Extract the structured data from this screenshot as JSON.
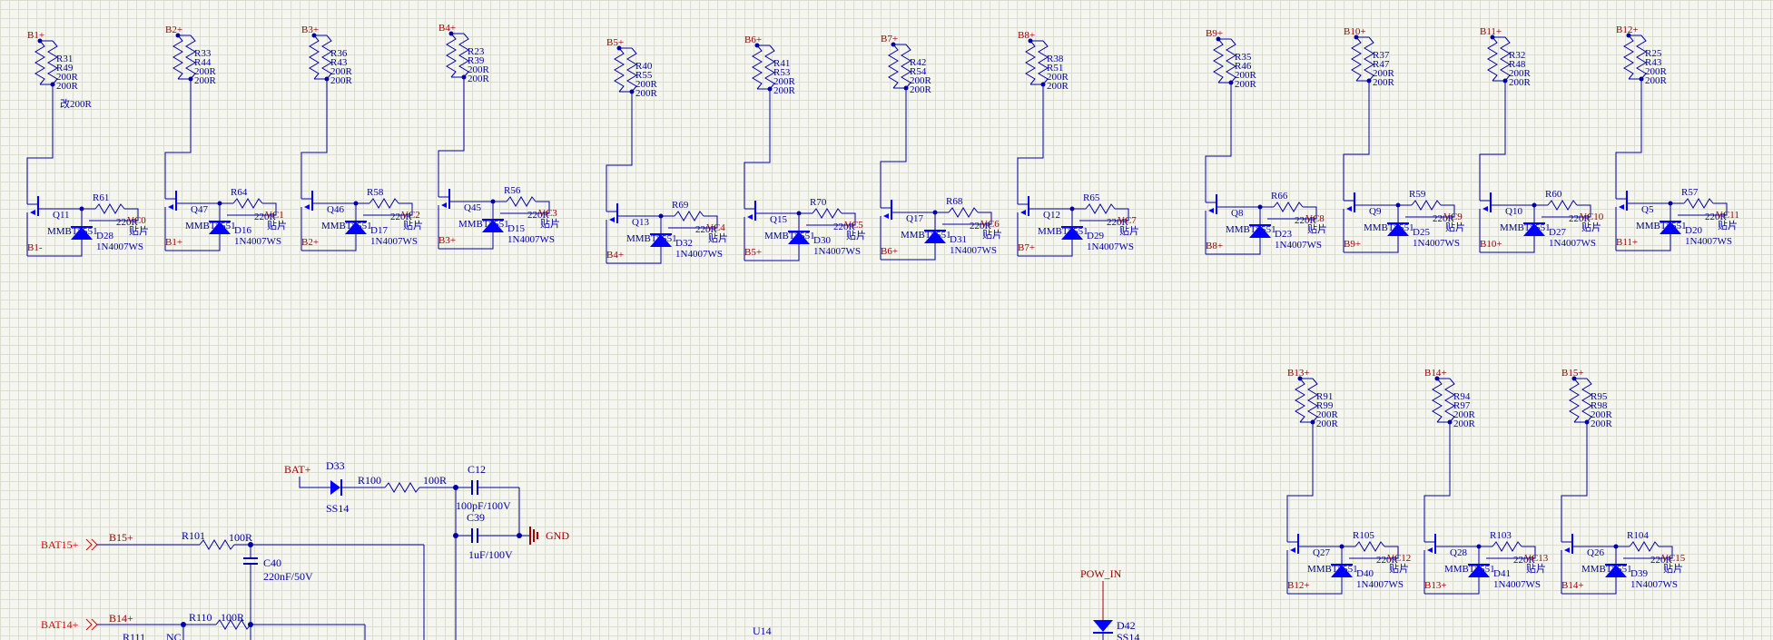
{
  "colors": {
    "wire": "#0000a8",
    "net_label": "#a00000",
    "port": "#e00000",
    "component": "#0000ff",
    "background": "#f6f6f0"
  },
  "cells": [
    {
      "top": "B1+",
      "bot": "B1-",
      "ra": "R31",
      "rb": "R49",
      "v1": "200R",
      "v2": "200R",
      "note": "改200R",
      "q": "Q11",
      "rg": "R61",
      "d": "D28",
      "vc": "VC0"
    },
    {
      "top": "B2+",
      "bot": "B1+",
      "ra": "R33",
      "rb": "R44",
      "v1": "200R",
      "v2": "200R",
      "note": "",
      "q": "Q47",
      "rg": "R64",
      "d": "D16",
      "vc": "VC1"
    },
    {
      "top": "B3+",
      "bot": "B2+",
      "ra": "R36",
      "rb": "R43",
      "v1": "200R",
      "v2": "200R",
      "note": "",
      "q": "Q46",
      "rg": "R58",
      "d": "D17",
      "vc": "VC2"
    },
    {
      "top": "B4+",
      "bot": "B3+",
      "ra": "R23",
      "rb": "R39",
      "v1": "200R",
      "v2": "200R",
      "note": "",
      "q": "Q45",
      "rg": "R56",
      "d": "D15",
      "vc": "VC3"
    },
    {
      "top": "B5+",
      "bot": "B4+",
      "ra": "R40",
      "rb": "R55",
      "v1": "200R",
      "v2": "200R",
      "note": "",
      "q": "Q13",
      "rg": "R69",
      "d": "D32",
      "vc": "VC4"
    },
    {
      "top": "B6+",
      "bot": "B5+",
      "ra": "R41",
      "rb": "R53",
      "v1": "200R",
      "v2": "200R",
      "note": "",
      "q": "Q15",
      "rg": "R70",
      "d": "D30",
      "vc": "VC5"
    },
    {
      "top": "B7+",
      "bot": "B6+",
      "ra": "R42",
      "rb": "R54",
      "v1": "200R",
      "v2": "200R",
      "note": "",
      "q": "Q17",
      "rg": "R68",
      "d": "D31",
      "vc": "VC6"
    },
    {
      "top": "B8+",
      "bot": "B7+",
      "ra": "R38",
      "rb": "R51",
      "v1": "200R",
      "v2": "200R",
      "note": "",
      "q": "Q12",
      "rg": "R65",
      "d": "D29",
      "vc": "VC7"
    },
    {
      "top": "B9+",
      "bot": "B8+",
      "ra": "R35",
      "rb": "R46",
      "v1": "200R",
      "v2": "200R",
      "note": "",
      "q": "Q8",
      "rg": "R66",
      "d": "D23",
      "vc": "VC8"
    },
    {
      "top": "B10+",
      "bot": "B9+",
      "ra": "R37",
      "rb": "R47",
      "v1": "200R",
      "v2": "200R",
      "note": "",
      "q": "Q9",
      "rg": "R59",
      "d": "D25",
      "vc": "VC9"
    },
    {
      "top": "B11+",
      "bot": "B10+",
      "ra": "R32",
      "rb": "R48",
      "v1": "200R",
      "v2": "200R",
      "note": "",
      "q": "Q10",
      "rg": "R60",
      "d": "D27",
      "vc": "VC10"
    },
    {
      "top": "B12+",
      "bot": "B11+",
      "ra": "R25",
      "rb": "R43",
      "v1": "200R",
      "v2": "200R",
      "note": "",
      "q": "Q5",
      "rg": "R57",
      "d": "D20",
      "vc": "VC11"
    },
    {
      "top": "B13+",
      "bot": "B12+",
      "ra": "R91",
      "rb": "R99",
      "v1": "200R",
      "v2": "200R",
      "note": "",
      "q": "Q27",
      "rg": "R105",
      "d": "D40",
      "vc": "VC12"
    },
    {
      "top": "B14+",
      "bot": "B13+",
      "ra": "R94",
      "rb": "R97",
      "v1": "200R",
      "v2": "200R",
      "note": "",
      "q": "Q28",
      "rg": "R103",
      "d": "D41",
      "vc": "VC13"
    },
    {
      "top": "B15+",
      "bot": "B14+",
      "ra": "R95",
      "rb": "R98",
      "v1": "200R",
      "v2": "200R",
      "note": "",
      "q": "Q26",
      "rg": "R104",
      "d": "D39",
      "vc": "VC15"
    }
  ],
  "common": {
    "fet_part": "MMBT5551",
    "fet_suffix": "贴片",
    "gate_res_value": "220R",
    "diode_part": "1N4007WS"
  },
  "bottom": {
    "bat_plus": "BAT+",
    "d33": "D33",
    "d33_part": "SS14",
    "r100": "R100",
    "r100_value": "100R",
    "c12": "C12",
    "c12_value": "100pF/100V",
    "c39": "C39",
    "c39_value": "1uF/100V",
    "gnd": "GND",
    "bat15_port": "BAT15+",
    "b15_net": "B15+",
    "r101": "R101",
    "r101_value": "100R",
    "c40": "C40",
    "c40_value": "220nF/50V",
    "bat14_port": "BAT14+",
    "b14_net": "B14+",
    "r110": "R110",
    "r110_value": "100R",
    "r111": "R111",
    "nc": "NC",
    "u14": "U14",
    "pow_in": "POW_IN",
    "d42": "D42",
    "d42_part": "SS14"
  }
}
